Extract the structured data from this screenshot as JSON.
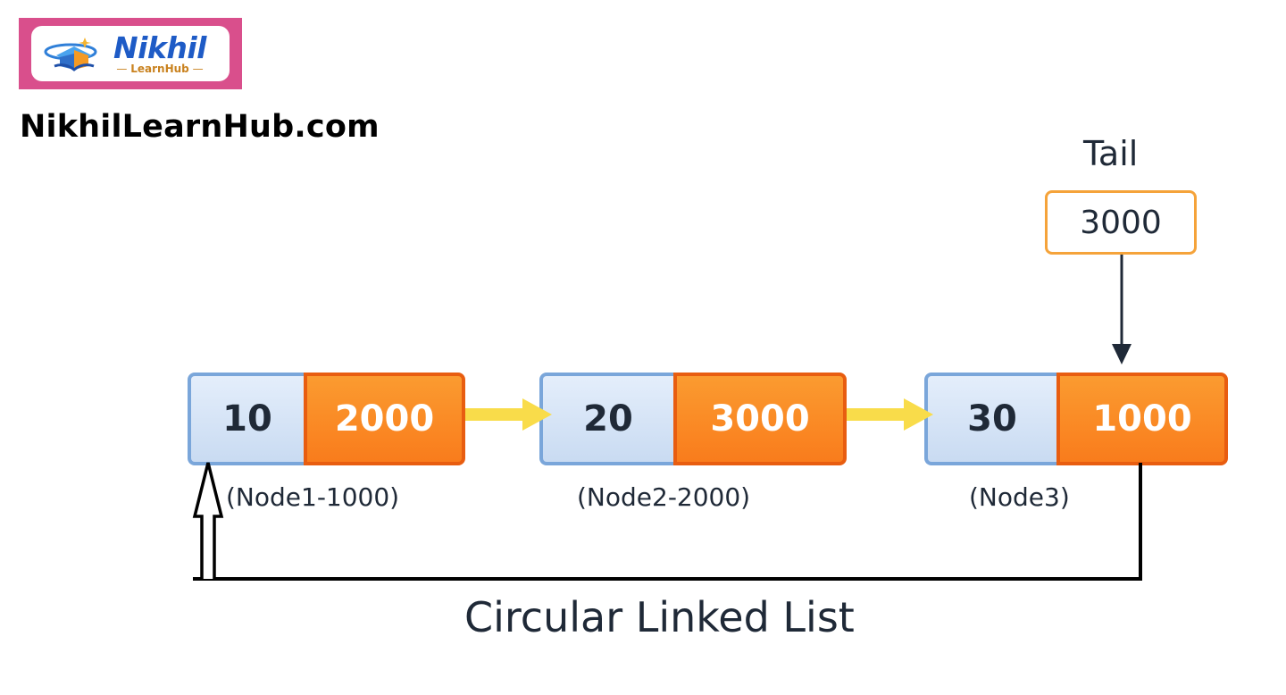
{
  "branding": {
    "logo_name": "Nikhil",
    "logo_subtitle": "LearnHub",
    "site_title": "NikhilLearnHub.com",
    "colors": {
      "frame": "#d94f8c",
      "logo_blue": "#1e5bc6",
      "logo_gold": "#c9821f"
    }
  },
  "tail": {
    "label": "Tail",
    "value": "3000",
    "border_color": "#f5a33a"
  },
  "nodes": [
    {
      "data": "10",
      "next": "2000",
      "label": "(Node1-1000)"
    },
    {
      "data": "20",
      "next": "3000",
      "label": "(Node2-2000)"
    },
    {
      "data": "30",
      "next": "1000",
      "label": "(Node3)"
    }
  ],
  "caption": "Circular Linked List",
  "colors": {
    "data_fill": "#d6e4f6",
    "data_border": "#7aa6da",
    "next_fill": "#f98a24",
    "next_border": "#e85d10",
    "link_arrow": "#f9dc4a",
    "return_line": "#000000",
    "text": "#1f2937"
  }
}
